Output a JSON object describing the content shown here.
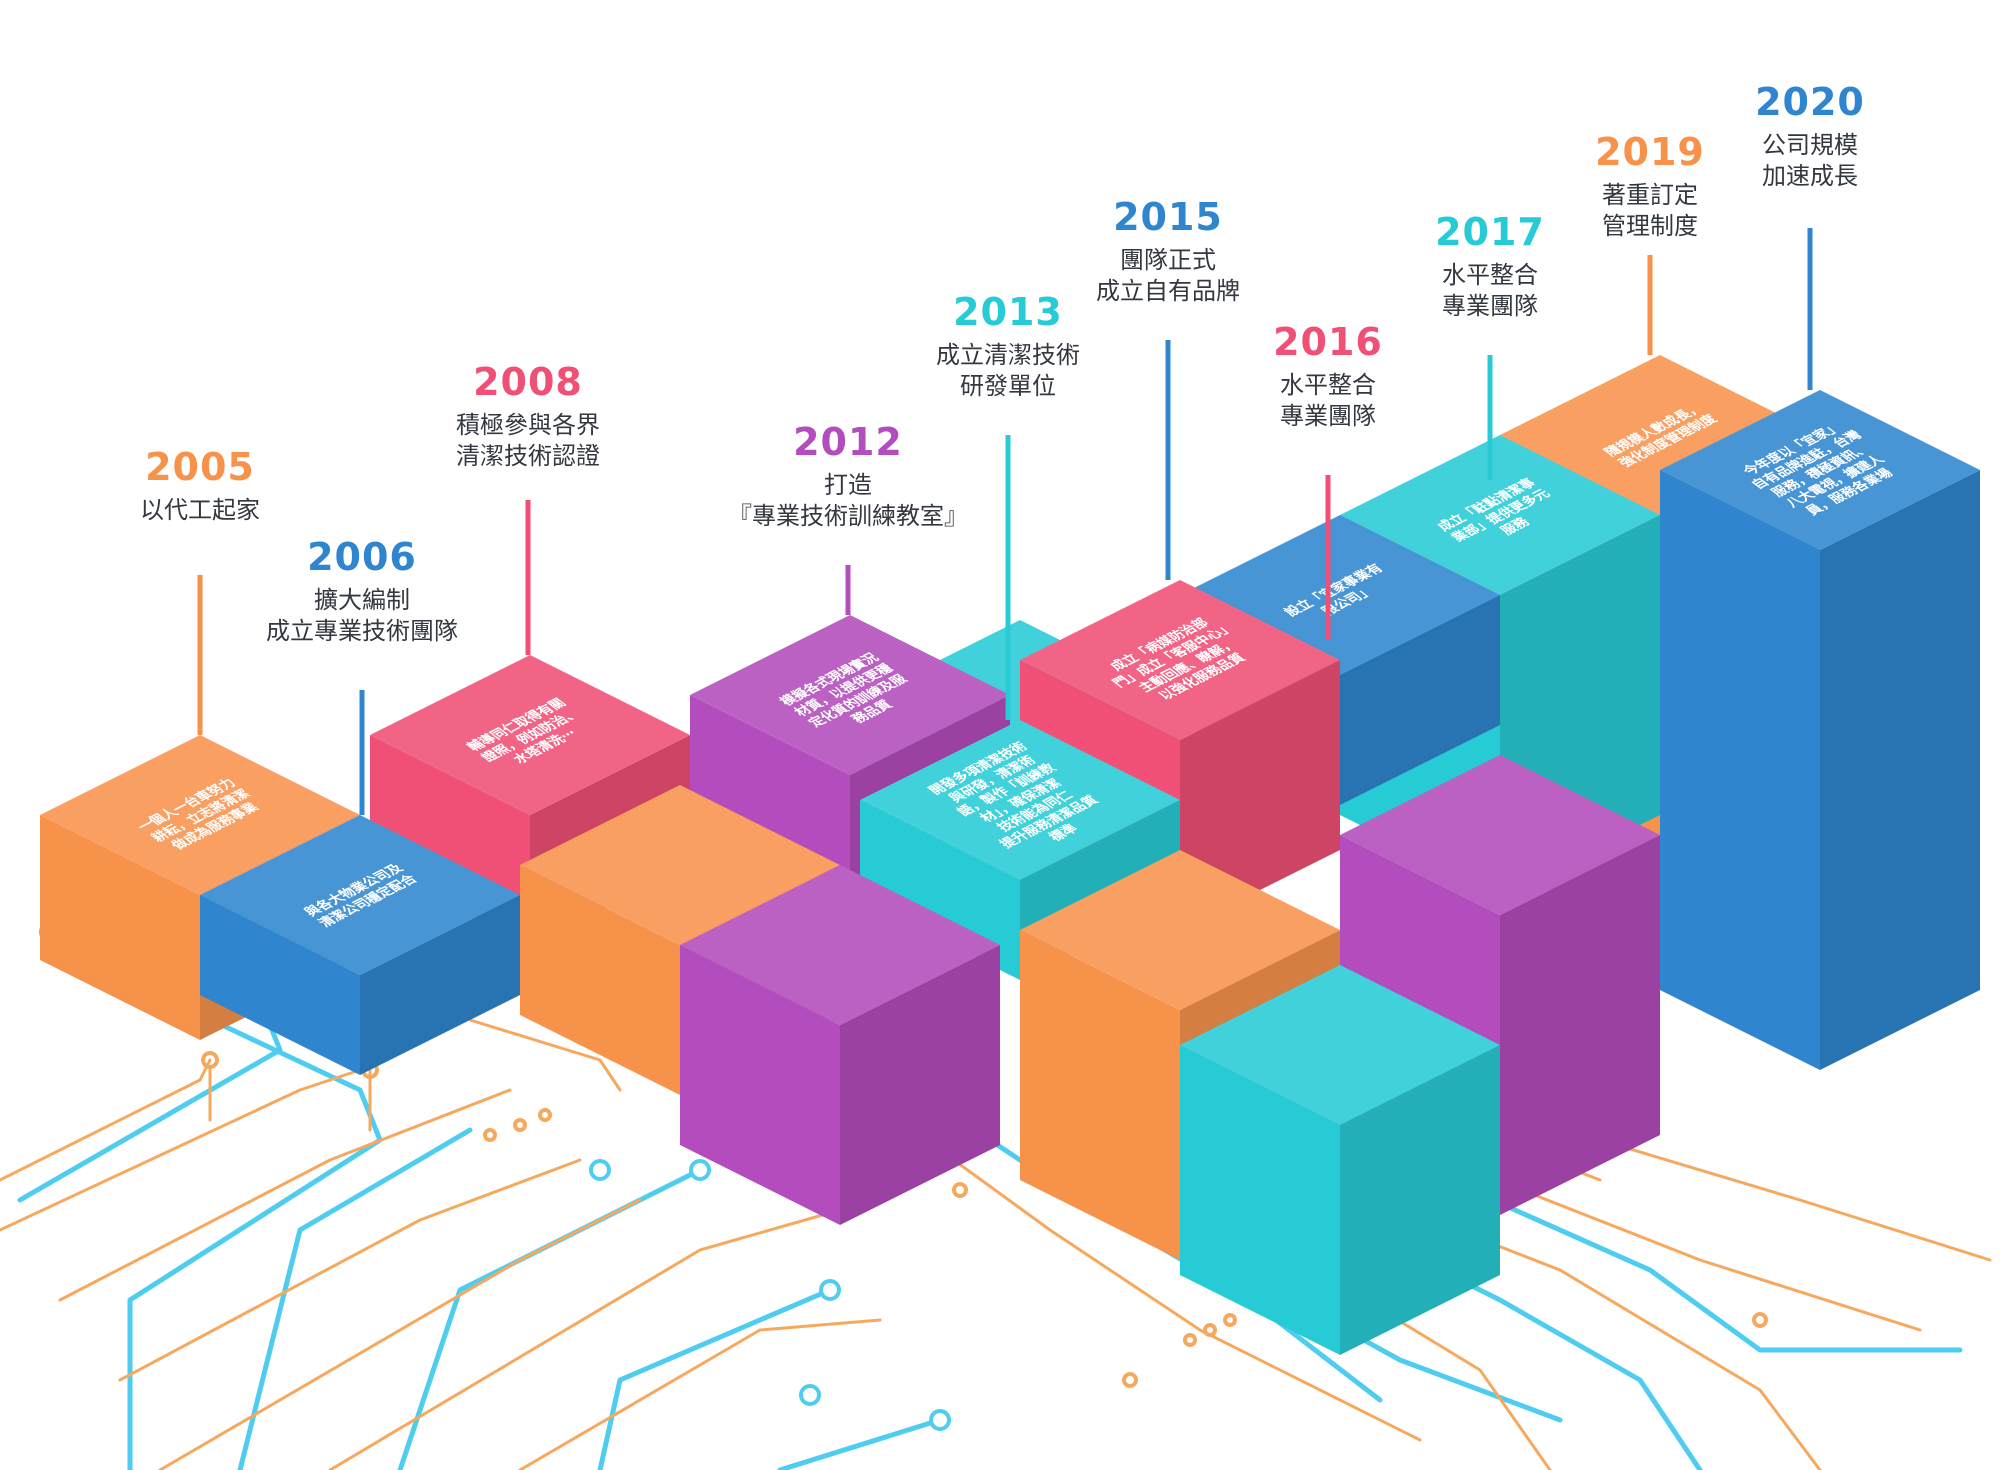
{
  "colors": {
    "orange": "#f7924b",
    "blue": "#2f86cf",
    "pink": "#f04f76",
    "purple": "#b34cbc",
    "cyan": "#27cbd6",
    "circuit_orange": "#f6a95e",
    "circuit_blue": "#4fcdf0",
    "text_dark": "#333840"
  },
  "milestones": [
    {
      "year": "2005",
      "color": "orange",
      "lines": [
        "以代工起家"
      ],
      "note": [
        "一個人一台車努力",
        "耕耘，立志將清潔",
        "做成為服務事業"
      ]
    },
    {
      "year": "2006",
      "color": "blue",
      "lines": [
        "擴大編制",
        "成立專業技術團隊"
      ],
      "note": [
        "與各大物業公司及",
        "清潔公司穩定配合"
      ]
    },
    {
      "year": "2008",
      "color": "pink",
      "lines": [
        "積極參與各界",
        "清潔技術認證"
      ],
      "note": [
        "輔導同仁取得有關",
        "證照，例如防治、",
        "水塔清洗⋯"
      ]
    },
    {
      "year": "2012",
      "color": "purple",
      "lines": [
        "打造",
        "『專業技術訓練教室』"
      ],
      "note": [
        "模擬各式現場實況",
        "材質，以提供更穩",
        "定化質的訓練及服",
        "務品質"
      ]
    },
    {
      "year": "2013",
      "color": "cyan",
      "lines": [
        "成立清潔技術",
        "研發單位"
      ],
      "note": [
        "開發多項清潔技術",
        "與研發，清潔術",
        "語，製作「訓練教",
        "材」，確保清潔",
        "技術能為同仁",
        "提升服務清潔品質",
        "標準"
      ]
    },
    {
      "year": "2015",
      "color": "blue",
      "lines": [
        "團隊正式",
        "成立自有品牌"
      ],
      "note": [
        "設立「宜家事業有",
        "限公司」"
      ]
    },
    {
      "year": "2016",
      "color": "pink",
      "lines": [
        "水平整合",
        "專業團隊"
      ],
      "note": [
        "成立「病媒防治部",
        "門」成立「客服中心」",
        "主動回應、瞭解，",
        "以強化服務品質"
      ]
    },
    {
      "year": "2017",
      "color": "cyan",
      "lines": [
        "水平整合",
        "專業團隊"
      ],
      "note": [
        "成立「駐點清潔事",
        "業部」提供更多元",
        "服務"
      ]
    },
    {
      "year": "2019",
      "color": "orange",
      "lines": [
        "著重訂定",
        "管理制度"
      ],
      "note": [
        "隨規模人數成長，",
        "強化制度管理制度"
      ]
    },
    {
      "year": "2020",
      "color": "blue",
      "lines": [
        "公司規模",
        "加速成長"
      ],
      "note": [
        "今年度以「宜家」",
        "自有品牌進駐，台灣",
        "服務，積極資訊、",
        "八大電視，擴建人",
        "員，服務各業場"
      ]
    }
  ]
}
